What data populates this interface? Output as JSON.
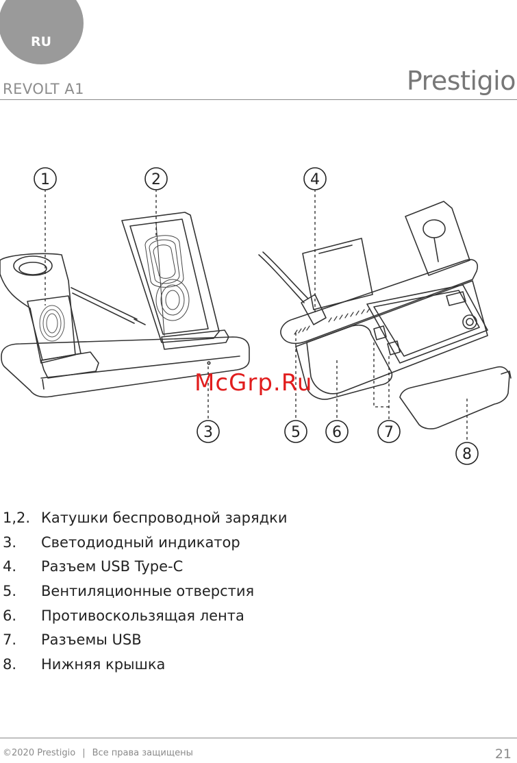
{
  "header": {
    "lang_badge": "RU",
    "model": "REVOLT A1",
    "brand": "Prestigio"
  },
  "figure": {
    "callouts": [
      "1",
      "2",
      "3",
      "4",
      "5",
      "6",
      "7",
      "8"
    ]
  },
  "watermark": "McGrp.Ru",
  "legend": [
    {
      "num": "1,2.",
      "text": "Катушки беспроводной зарядки"
    },
    {
      "num": "3.",
      "text": "Светодиодный индикатор"
    },
    {
      "num": "4.",
      "text": "Разъем USB Type-C"
    },
    {
      "num": "5.",
      "text": "Вентиляционные отверстия"
    },
    {
      "num": "6.",
      "text": "Противоскользящая лента"
    },
    {
      "num": "7.",
      "text": "Разъемы USB"
    },
    {
      "num": "8.",
      "text": "Нижняя крышка"
    }
  ],
  "footer": {
    "copyright": "©2020 Prestigio",
    "separator": "|",
    "rights": "Все права защищены",
    "page_number": "21"
  }
}
